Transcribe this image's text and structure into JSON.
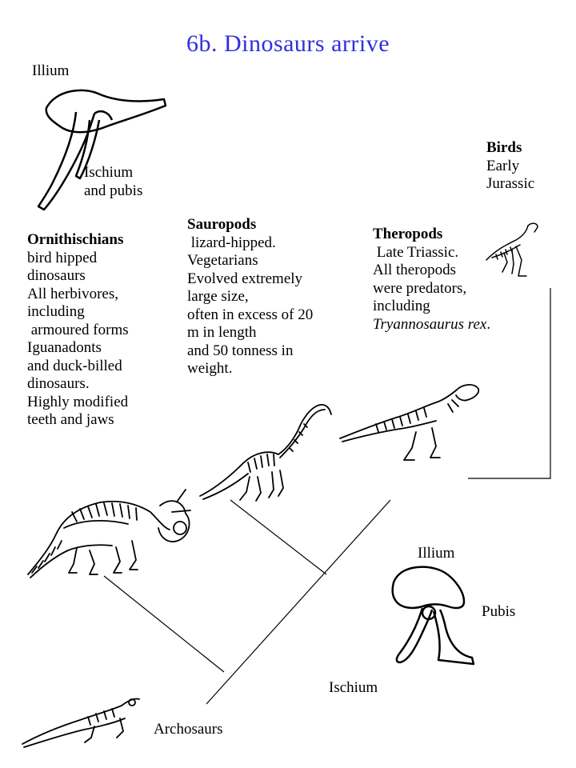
{
  "title": "6b.  Dinosaurs arrive",
  "colors": {
    "title": "#2f2fe0",
    "ink": "#000000"
  },
  "labels": {
    "illium_top": "Illium",
    "ischium_pubis": [
      "Ischium",
      "and pubis"
    ],
    "illium_bottom": "Illium",
    "pubis_bottom": "Pubis",
    "ischium_bottom": "Ischium",
    "archosaurs": "Archosaurs"
  },
  "ornithischians": {
    "heading": "Ornithischians",
    "lines": [
      "bird hipped",
      "dinosaurs",
      "All herbivores,",
      "including",
      " armoured forms",
      "Iguanadonts",
      "and duck-billed",
      "dinosaurs.",
      "Highly modified",
      "teeth and jaws"
    ]
  },
  "sauropods": {
    "heading": "Sauropods",
    "lines": [
      " lizard-hipped.",
      "Vegetarians",
      "Evolved extremely",
      "large size,",
      "often in excess of 20",
      "m in length",
      "and 50 tonness in",
      "weight."
    ]
  },
  "theropods": {
    "heading": "Theropods",
    "lines": [
      " Late Triassic.",
      "All theropods",
      "were predators,",
      "including"
    ],
    "species": "Tryannosaurus rex",
    "species_suffix": "."
  },
  "birds": {
    "heading": "Birds",
    "lines": [
      "Early",
      "Jurassic"
    ]
  },
  "icons": [
    "bird-hip-pelvis-icon",
    "lizard-hip-pelvis-icon",
    "triceratops-skeleton-icon",
    "sauropod-skeleton-icon",
    "tyrannosaurus-skeleton-icon",
    "bird-skeleton-icon",
    "archosaur-skeleton-icon"
  ]
}
